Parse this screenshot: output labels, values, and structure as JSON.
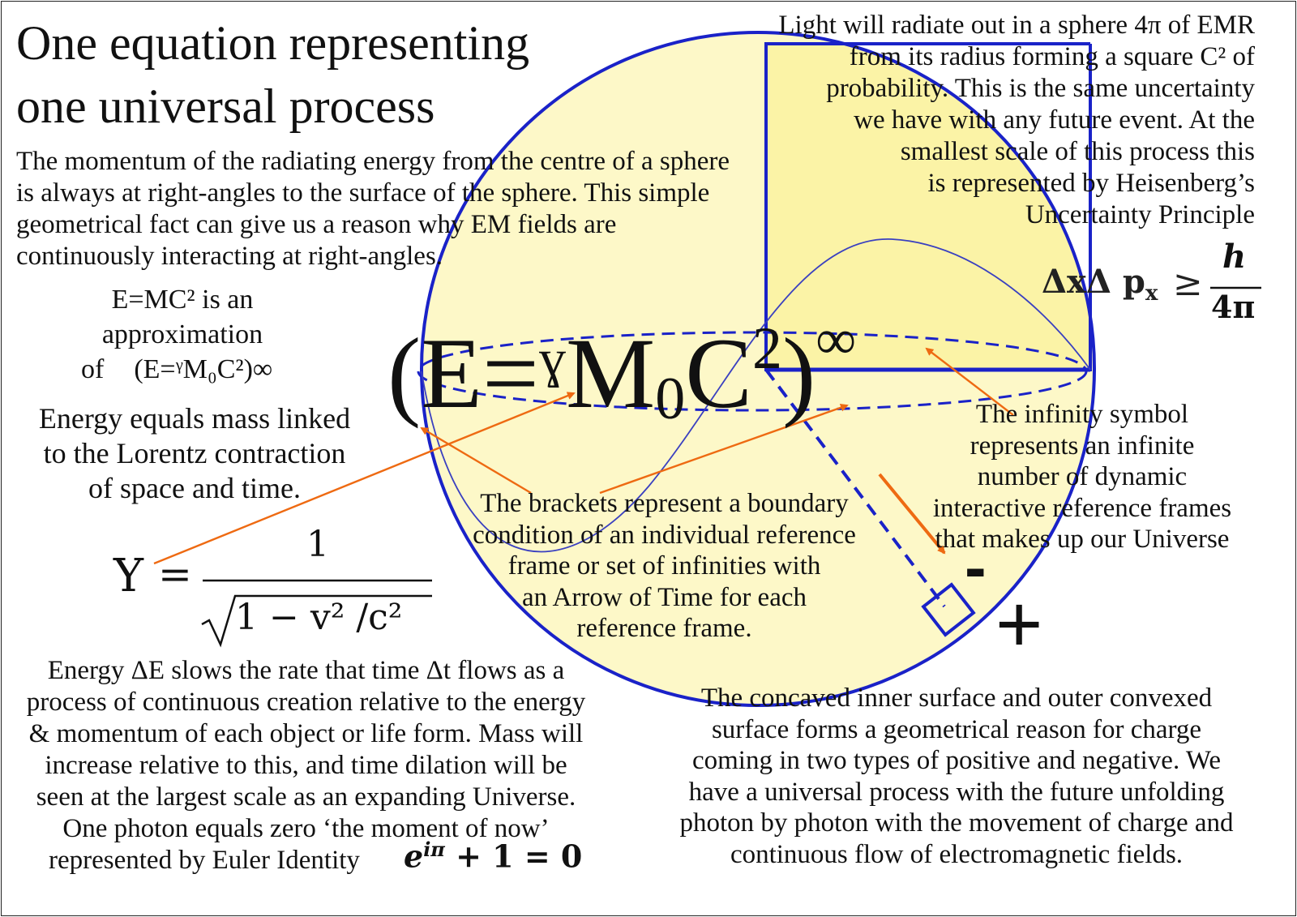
{
  "title": {
    "line1": "One equation representing",
    "line2": "one universal process"
  },
  "momentum_text": [
    "The momentum of the radiating energy from the centre of a sphere",
    "is always at right-angles to the surface of the sphere. This simple",
    "geometrical fact can give us a reason why EM fields are",
    "continuously interacting at right-angles."
  ],
  "approx_text": {
    "line1": "E=MC² is an",
    "line2": "approximation",
    "line3_of": "of",
    "line3_eq": "(E=ᵞM₀C²)∞"
  },
  "lorentz_text": [
    "Energy equals mass linked",
    "to the Lorentz contraction",
    "of space and time."
  ],
  "gamma_formula": {
    "symbol": "Y",
    "equals": "=",
    "numerator": "1",
    "denominator": "1 − v² /c²"
  },
  "energy_text": [
    "Energy ΔE slows the rate that time Δt flows as a",
    "process of continuous creation relative to the energy",
    "& momentum of each object or life form. Mass will",
    "increase relative to this, and time dilation will be",
    "seen at the largest scale as an expanding Universe.",
    "One photon equals zero ‘the moment of now’",
    "represented by Euler Identity"
  ],
  "euler_formula": "e^iπ + 1 = 0",
  "euler_parts": {
    "base": "e",
    "exp": "iπ",
    "rest": " + 1 = 0"
  },
  "light_text": [
    "Light will radiate out in a sphere 4π of EMR",
    "from its radius forming a square C² of",
    "probability. This is the same uncertainty",
    "we have with any future event. At the",
    "smallest scale of this process this",
    "is represented by Heisenberg’s",
    "Uncertainty Principle"
  ],
  "heisenberg": {
    "lhs": "ΔxΔ p",
    "sub": "x",
    "ge": "≥",
    "numerator": "h",
    "denominator": "4π"
  },
  "main_equation": {
    "open": "(E=",
    "gamma": "ɣ",
    "m": "M",
    "sub": "0",
    "c": "C",
    "sup": "2",
    "close": ")",
    "inf": "∞"
  },
  "infinity_text": [
    "The infinity symbol",
    "represents an infinite",
    "number of dynamic",
    "interactive reference frames",
    "that makes up our Universe"
  ],
  "brackets_text": [
    "The brackets represent a boundary",
    "condition of an individual reference",
    "frame or set of infinities with",
    "an Arrow of Time for each",
    "reference frame."
  ],
  "charge": {
    "minus": "-",
    "plus": "+"
  },
  "concave_text": [
    "The concaved inner surface and outer convexed",
    "surface forms a geometrical reason for charge",
    "coming in two types of positive and negative. We",
    "have a universal process with the future unfolding",
    "photon by photon with the movement of charge and",
    "continuous flow of electromagnetic fields."
  ],
  "colors": {
    "sphere_fill": "#fdf8c8",
    "square_fill": "#fbf3a6",
    "sphere_stroke": "#1a22c8",
    "arrow": "#ee6a12",
    "text": "#111111"
  }
}
